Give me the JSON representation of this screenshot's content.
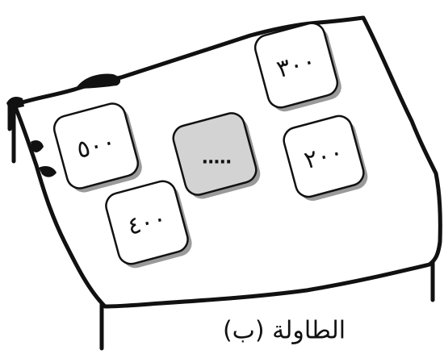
{
  "caption": "الطاولة (ب)",
  "cards": {
    "top_right": "٣٠٠",
    "left": "٥٠٠",
    "center": ".....",
    "right": "٢٠٠",
    "bottom_left": "٤٠٠"
  },
  "colors": {
    "card_fill": "#ffffff",
    "card_shadow": "#9a9a9a",
    "blank_card_fill": "#d3d3d3",
    "outline": "#111111"
  }
}
